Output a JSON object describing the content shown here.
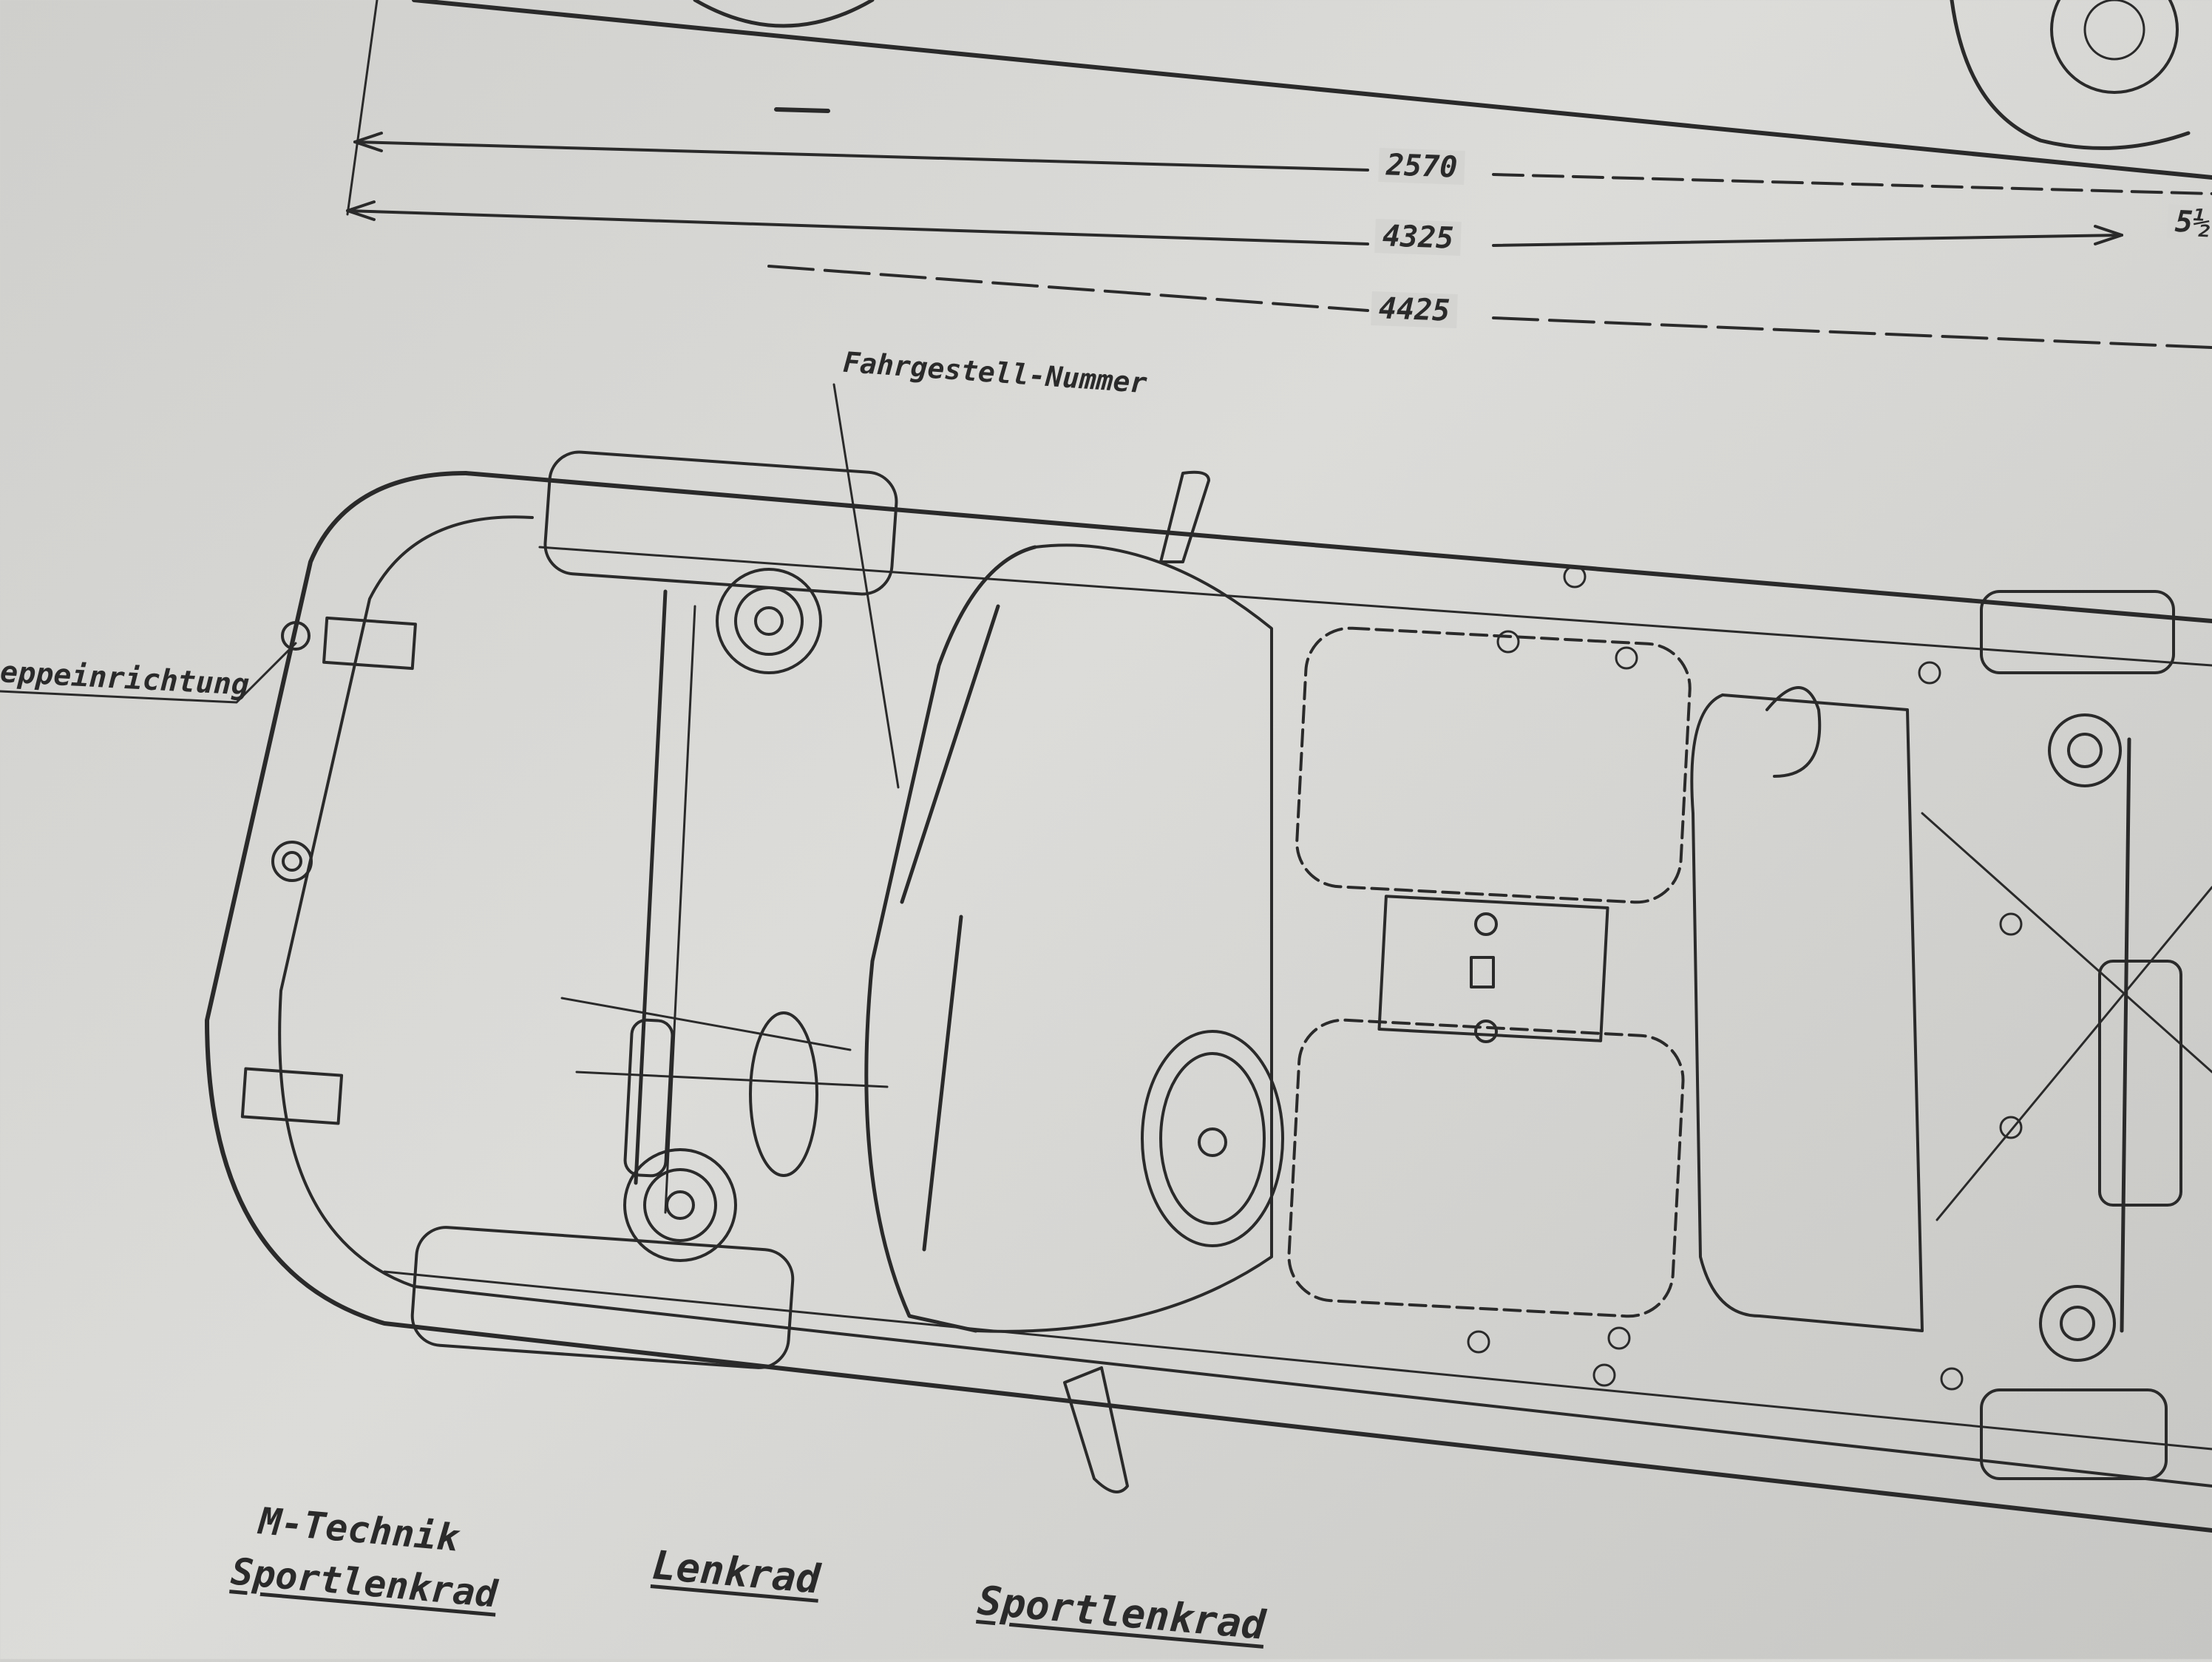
{
  "dimensions": {
    "wheelbase": "2570",
    "length_a": "4325",
    "length_b": "4425",
    "cut_off": "5½"
  },
  "labels": {
    "chassis_number": "Fahrgestell-Nummer",
    "towing": "eppeinrichtung",
    "m_technik_line1": "M-Technik",
    "m_technik_line2": "Sportlenkrad",
    "steering_wheel": "Lenkrad",
    "sport_steering_wheel": "Sportlenkrad"
  },
  "colors": {
    "ink": "#2a2a2a",
    "paper": "#d2d2cf"
  }
}
